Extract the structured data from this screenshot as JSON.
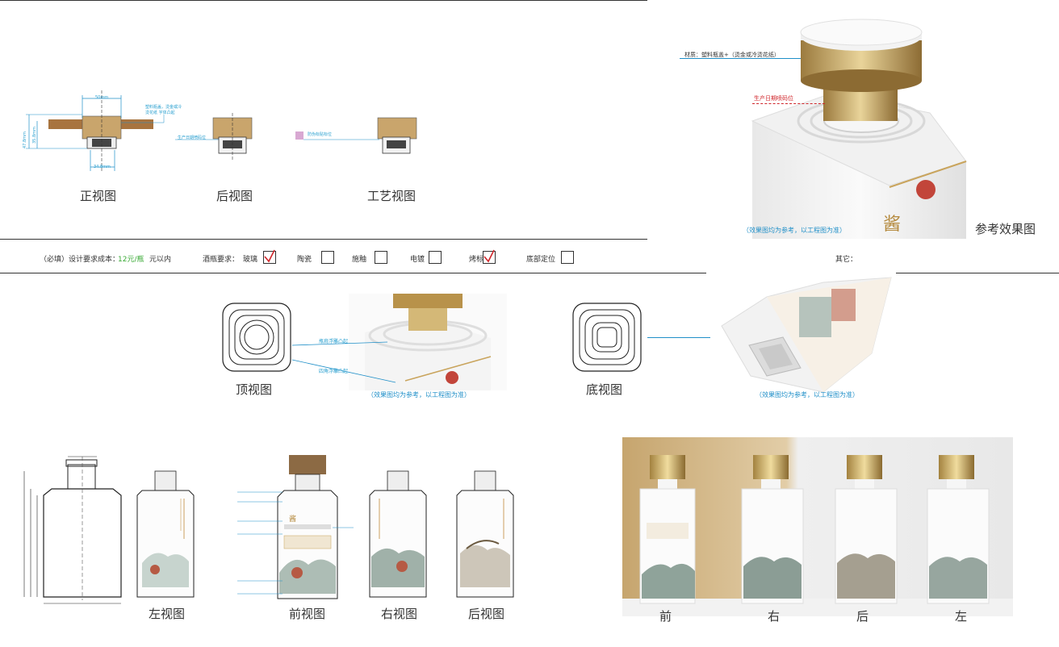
{
  "captions": {
    "front_view": "正视图",
    "back_view": "后视图",
    "craft_view": "工艺视图",
    "reference_effect": "参考效果图",
    "top_view": "顶视图",
    "bottom_view": "底视图",
    "left_view": "左视图",
    "front_view2": "前视图",
    "right_view": "右视图",
    "back_view2": "后视图"
  },
  "photo_labels": [
    "前",
    "右",
    "后",
    "左"
  ],
  "annotations": {
    "material": "材质：塑料瓶盖+（烫金或冷烫花纸）",
    "date_code": "生产日期喷码位",
    "effect_note": "（效果图均为参考，以工程图为准）",
    "effect_note2": "（效果图均为参考，以工程图为准）",
    "effect_note3": "（效果图均为参考，以工程图为准）",
    "anti_fake": "防伪标贴标位",
    "date_code_small": "生产日期喷码位",
    "top_emboss": "瓶肩浮雕凸起",
    "shoulder_emboss": "四角浮雕凸起",
    "cap_note": "塑料瓶盖，烫金或冷烫花纸 字体凸起",
    "dim_50": "50mm",
    "dim_34": "34.8mm",
    "dim_47": "47.8mm",
    "dim_35": "35.8mm"
  },
  "requirements": {
    "cost_prefix": "（必填）设计要求成本：",
    "cost_value": "12元/瓶",
    "cost_suffix": "元以内",
    "bottle_req": "酒瓶要求：",
    "glass": "玻璃",
    "ceramic": "陶瓷",
    "glaze": "施釉",
    "plating": "电镀",
    "decal": "烤标",
    "bottom_pos": "底部定位",
    "other": "其它："
  },
  "checks": {
    "glass": true,
    "ceramic": false,
    "glaze": false,
    "plating": false,
    "decal": true,
    "bottom_pos": false
  },
  "colors": {
    "accent_blue": "#1f8fc8",
    "cost_green": "#39a935",
    "check_red": "#d0262b",
    "gold": "#c9a45c",
    "wood": "#a8743f"
  }
}
